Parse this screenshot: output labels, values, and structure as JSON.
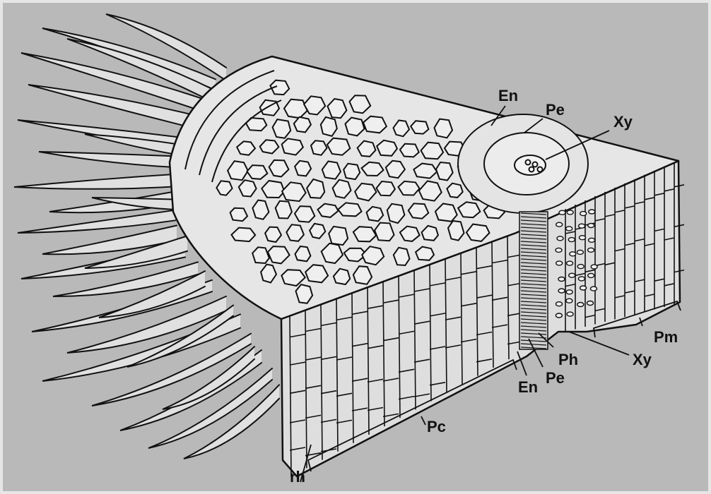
{
  "figure": {
    "colors": {
      "background": "#b9b9b9",
      "frame": "#e6e6e6",
      "cell_fill": "#ededed",
      "ink": "#111111"
    },
    "labels": {
      "en_top": "En",
      "pe_top": "Pe",
      "xy_top": "Xy",
      "pm": "Pm",
      "xy_bottom": "Xy",
      "ph": "Ph",
      "pe_bottom": "Pe",
      "en_bottom": "En",
      "pc": "Pc",
      "rh": "rh"
    }
  }
}
